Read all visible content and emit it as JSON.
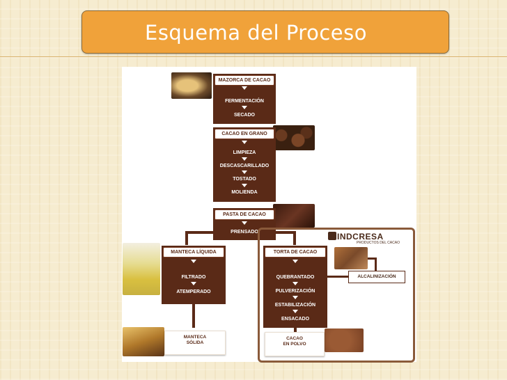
{
  "title": "Esquema del Proceso",
  "brand": {
    "name": "INDCRESA",
    "subtitle": "PRODUCTOS DEL CACAO"
  },
  "main": {
    "b1_header": "MAZORCA DE CACAO",
    "b1_steps": [
      "FERMENTACIÓN",
      "SECADO"
    ],
    "b2_header": "CACAO EN GRANO",
    "b2_steps": [
      "LIMPIEZA",
      "DESCASCARILLADO",
      "TOSTADO",
      "MOLIENDA"
    ],
    "b3_header": "PASTA DE CACAO",
    "b3_steps": [
      "PRENSADO"
    ]
  },
  "left": {
    "header": "MANTECA LÍQUIDA",
    "steps": [
      "FILTRADO",
      "ATEMPERADO"
    ],
    "final_line1": "MANTECA",
    "final_line2": "SÓLIDA"
  },
  "right": {
    "header": "TORTA DE CACAO",
    "steps": [
      "QUEBRANTADO",
      "PULVERIZACIÓN",
      "ESTABILIZACIÓN",
      "ENSACADO"
    ],
    "side": "ALCALINIZACIÓN",
    "final_line1": "CACAO",
    "final_line2": "EN POLVO"
  },
  "colors": {
    "title_bg": "#f0a23a",
    "process_box": "#5a2a17",
    "background": "#f6ecd0"
  },
  "icons": [
    "cacao-pod-image",
    "cacao-beans-image",
    "chocolate-liquor-image",
    "liquid-butter-image",
    "powder-image",
    "cacao-cake-image",
    "solid-butter-image",
    "indcresa-logo-icon"
  ]
}
